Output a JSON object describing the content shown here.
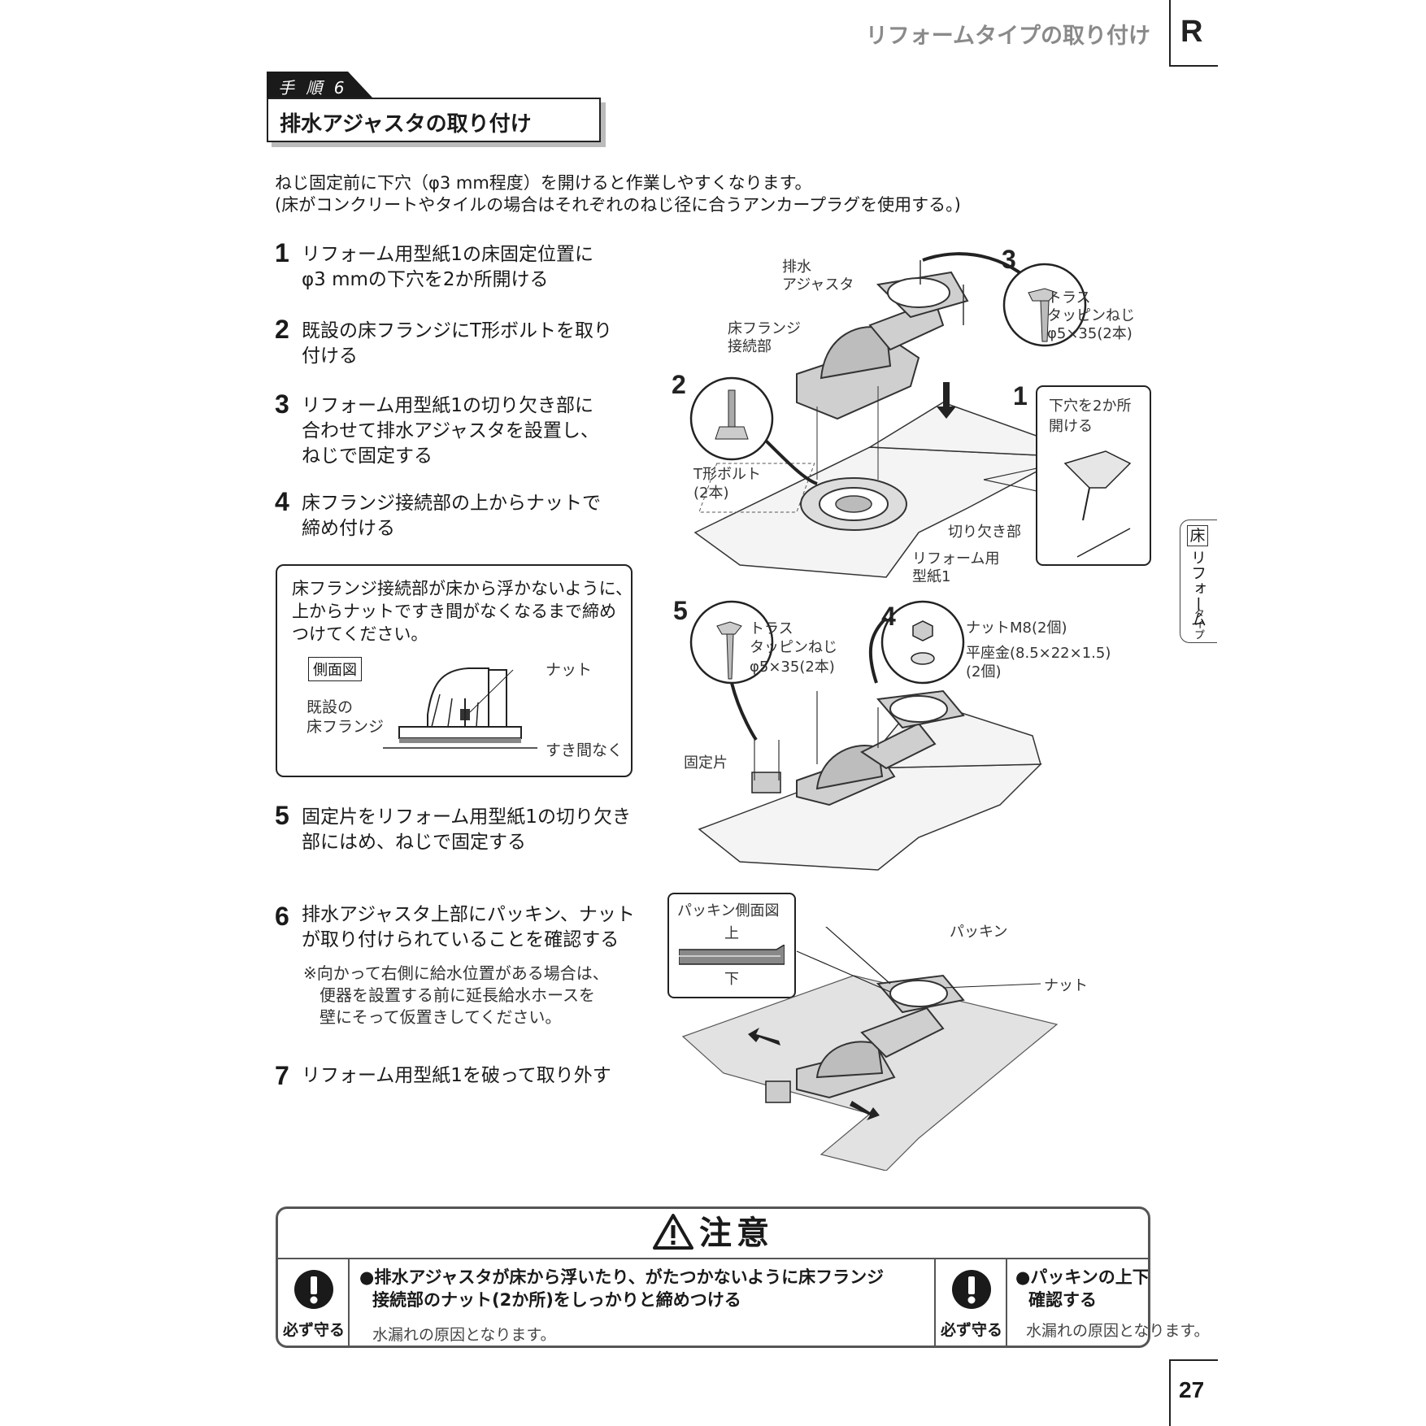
{
  "header": {
    "title": "リフォームタイプの取り付け",
    "letter": "R"
  },
  "step_banner": {
    "tag": "手 順 6",
    "title": "排水アジャスタの取り付け"
  },
  "intro": [
    "ねじ固定前に下穴（φ3 mm程度）を開けると作業しやすくなります。",
    "(床がコンクリートやタイルの場合はそれぞれのねじ径に合うアンカープラグを使用する。)"
  ],
  "steps": [
    {
      "num": "1",
      "lines": [
        "リフォーム用型紙1の床固定位置に",
        "φ3 mmの下穴を2か所開ける"
      ]
    },
    {
      "num": "2",
      "lines": [
        "既設の床フランジにT形ボルトを取り",
        "付ける"
      ]
    },
    {
      "num": "3",
      "lines": [
        "リフォーム用型紙1の切り欠き部に",
        "合わせて排水アジャスタを設置し、",
        "ねじで固定する"
      ]
    },
    {
      "num": "4",
      "lines": [
        "床フランジ接続部の上からナットで",
        "締め付ける"
      ]
    },
    {
      "num": "5",
      "lines": [
        "固定片をリフォーム用型紙1の切り欠き",
        "部にはめ、ねじで固定する"
      ]
    },
    {
      "num": "6",
      "lines": [
        "排水アジャスタ上部にパッキン、ナット",
        "が取り付けられていることを確認する"
      ]
    },
    {
      "num": "7",
      "lines": [
        "リフォーム用型紙1を破って取り外す"
      ]
    }
  ],
  "step6_note": [
    "※向かって右側に給水位置がある場合は、",
    "便器を設置する前に延長給水ホースを",
    "壁にそって仮置きしてください。"
  ],
  "callout": {
    "lines": [
      "床フランジ接続部が床から浮かないように、",
      "上からナットですき間がなくなるまで締め",
      "つけてください。"
    ],
    "side_view": "側面図",
    "nut": "ナット",
    "existing_1": "既設の",
    "existing_2": "床フランジ",
    "no_gap": "すき間なく"
  },
  "figure1": {
    "n1": "1",
    "n2": "2",
    "n3": "3",
    "drain_1": "排水",
    "drain_2": "アジャスタ",
    "flange_1": "床フランジ",
    "flange_2": "接続部",
    "truss_1": "トラス",
    "truss_2": "タッピンねじ",
    "truss_3": "φ5×35(2本)",
    "hole_1": "下穴を2か所",
    "hole_2": "開ける",
    "tbolt_1": "T形ボルト",
    "tbolt_2": "(2本)",
    "notch": "切り欠き部",
    "paper_1": "リフォーム用",
    "paper_2": "型紙1"
  },
  "figure2": {
    "n4": "4",
    "n5": "5",
    "truss_1": "トラス",
    "truss_2": "タッピンねじ",
    "truss_3": "φ5×35(2本)",
    "nut": "ナットM8(2個)",
    "washer_1": "平座金(8.5×22×1.5)",
    "washer_2": "(2個)",
    "fixing": "固定片"
  },
  "figure3": {
    "packing_view": "パッキン側面図",
    "top": "上",
    "bottom": "下",
    "packing": "パッキン",
    "nut": "ナット"
  },
  "side_tab": {
    "kanji": "床",
    "vertical": "リフォーム",
    "small": "タイプ"
  },
  "caution": {
    "title": "注意",
    "must": "必ず守る",
    "left_lines": [
      "●排水アジャスタが床から浮いたり、がたつかないように床フランジ",
      "接続部のナット(2か所)をしっかりと締めつける"
    ],
    "left_sub": "水漏れの原因となります。",
    "right_lines": [
      "●パッキンの上下の向きを",
      "確認する"
    ],
    "right_sub": "水漏れの原因となります。"
  },
  "page_number": "27"
}
